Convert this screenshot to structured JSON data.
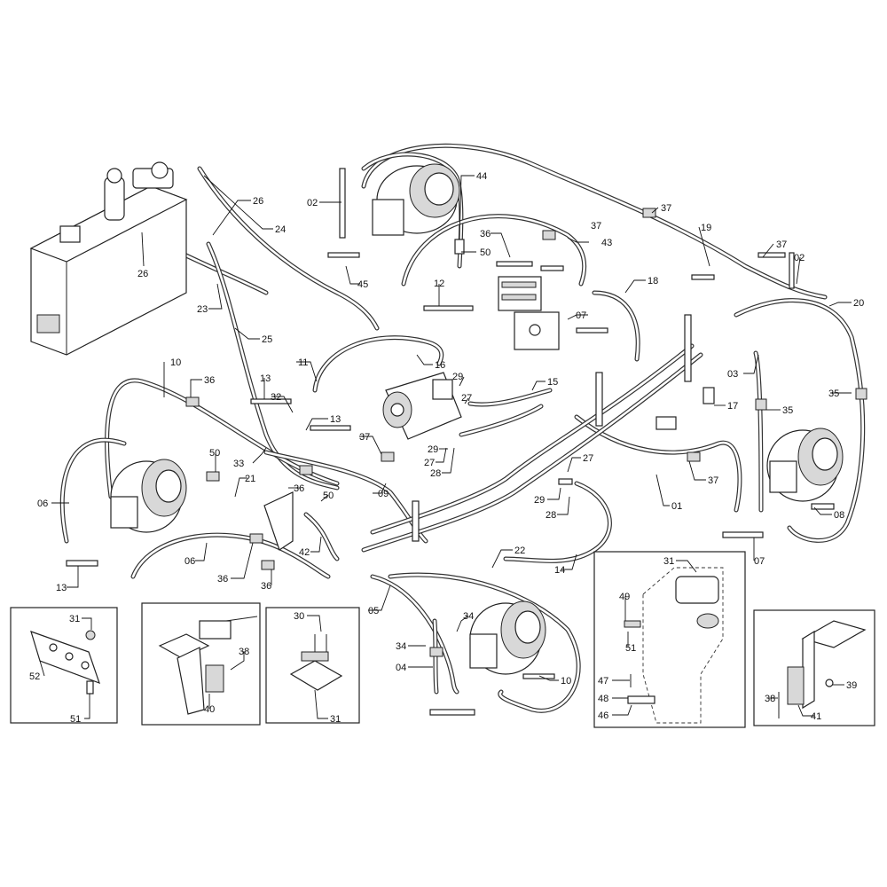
{
  "callouts": [
    {
      "id": "c02a",
      "text": "02"
    },
    {
      "id": "c44",
      "text": "44"
    },
    {
      "id": "c37a",
      "text": "37"
    },
    {
      "id": "c26a",
      "text": "26"
    },
    {
      "id": "c24",
      "text": "24"
    },
    {
      "id": "c26b",
      "text": "26"
    },
    {
      "id": "c36a",
      "text": "36"
    },
    {
      "id": "c50a",
      "text": "50"
    },
    {
      "id": "c37b",
      "text": "37"
    },
    {
      "id": "c43",
      "text": "43"
    },
    {
      "id": "c19",
      "text": "19"
    },
    {
      "id": "c37c",
      "text": "37"
    },
    {
      "id": "c02b",
      "text": "02"
    },
    {
      "id": "c45",
      "text": "45"
    },
    {
      "id": "c12",
      "text": "12"
    },
    {
      "id": "c18",
      "text": "18"
    },
    {
      "id": "c20",
      "text": "20"
    },
    {
      "id": "c23",
      "text": "23"
    },
    {
      "id": "c25",
      "text": "25"
    },
    {
      "id": "c07a",
      "text": "07"
    },
    {
      "id": "c10a",
      "text": "10"
    },
    {
      "id": "c36b",
      "text": "36"
    },
    {
      "id": "c11",
      "text": "11"
    },
    {
      "id": "c16",
      "text": "16"
    },
    {
      "id": "c29a",
      "text": "29"
    },
    {
      "id": "c15",
      "text": "15"
    },
    {
      "id": "c03",
      "text": "03"
    },
    {
      "id": "c13a",
      "text": "13"
    },
    {
      "id": "c32",
      "text": "32"
    },
    {
      "id": "c27a",
      "text": "27"
    },
    {
      "id": "c17",
      "text": "17"
    },
    {
      "id": "c35a",
      "text": "35"
    },
    {
      "id": "c35b",
      "text": "35"
    },
    {
      "id": "c13b",
      "text": "13"
    },
    {
      "id": "c37d",
      "text": "37"
    },
    {
      "id": "c29b",
      "text": "29"
    },
    {
      "id": "c27b",
      "text": "27"
    },
    {
      "id": "c28a",
      "text": "28"
    },
    {
      "id": "c33",
      "text": "33"
    },
    {
      "id": "c50b",
      "text": "50"
    },
    {
      "id": "c21",
      "text": "21"
    },
    {
      "id": "c27c",
      "text": "27"
    },
    {
      "id": "c37e",
      "text": "37"
    },
    {
      "id": "c29c",
      "text": "29"
    },
    {
      "id": "c01",
      "text": "01"
    },
    {
      "id": "c28b",
      "text": "28"
    },
    {
      "id": "c06a",
      "text": "06"
    },
    {
      "id": "c36c",
      "text": "36"
    },
    {
      "id": "c50c",
      "text": "50"
    },
    {
      "id": "c09",
      "text": "09"
    },
    {
      "id": "c08",
      "text": "08"
    },
    {
      "id": "c42",
      "text": "42"
    },
    {
      "id": "c07b",
      "text": "07"
    },
    {
      "id": "c06b",
      "text": "06"
    },
    {
      "id": "c22",
      "text": "22"
    },
    {
      "id": "c36d",
      "text": "36"
    },
    {
      "id": "c36e",
      "text": "36"
    },
    {
      "id": "c14",
      "text": "14"
    },
    {
      "id": "c13c",
      "text": "13"
    },
    {
      "id": "c05",
      "text": "05"
    },
    {
      "id": "c34a",
      "text": "34"
    },
    {
      "id": "c34b",
      "text": "34"
    },
    {
      "id": "c04",
      "text": "04"
    },
    {
      "id": "c10b",
      "text": "10"
    },
    {
      "id": "c31a",
      "text": "31"
    },
    {
      "id": "c49",
      "text": "49"
    },
    {
      "id": "c51a",
      "text": "51"
    },
    {
      "id": "c47",
      "text": "47"
    },
    {
      "id": "c48",
      "text": "48"
    },
    {
      "id": "c46",
      "text": "46"
    },
    {
      "id": "c31b",
      "text": "31"
    },
    {
      "id": "c52",
      "text": "52"
    },
    {
      "id": "c51b",
      "text": "51"
    },
    {
      "id": "c38a",
      "text": "38"
    },
    {
      "id": "c40",
      "text": "40"
    },
    {
      "id": "c30",
      "text": "30"
    },
    {
      "id": "c31c",
      "text": "31"
    },
    {
      "id": "c39",
      "text": "39"
    },
    {
      "id": "c38b",
      "text": "38"
    },
    {
      "id": "c41",
      "text": "41"
    }
  ]
}
